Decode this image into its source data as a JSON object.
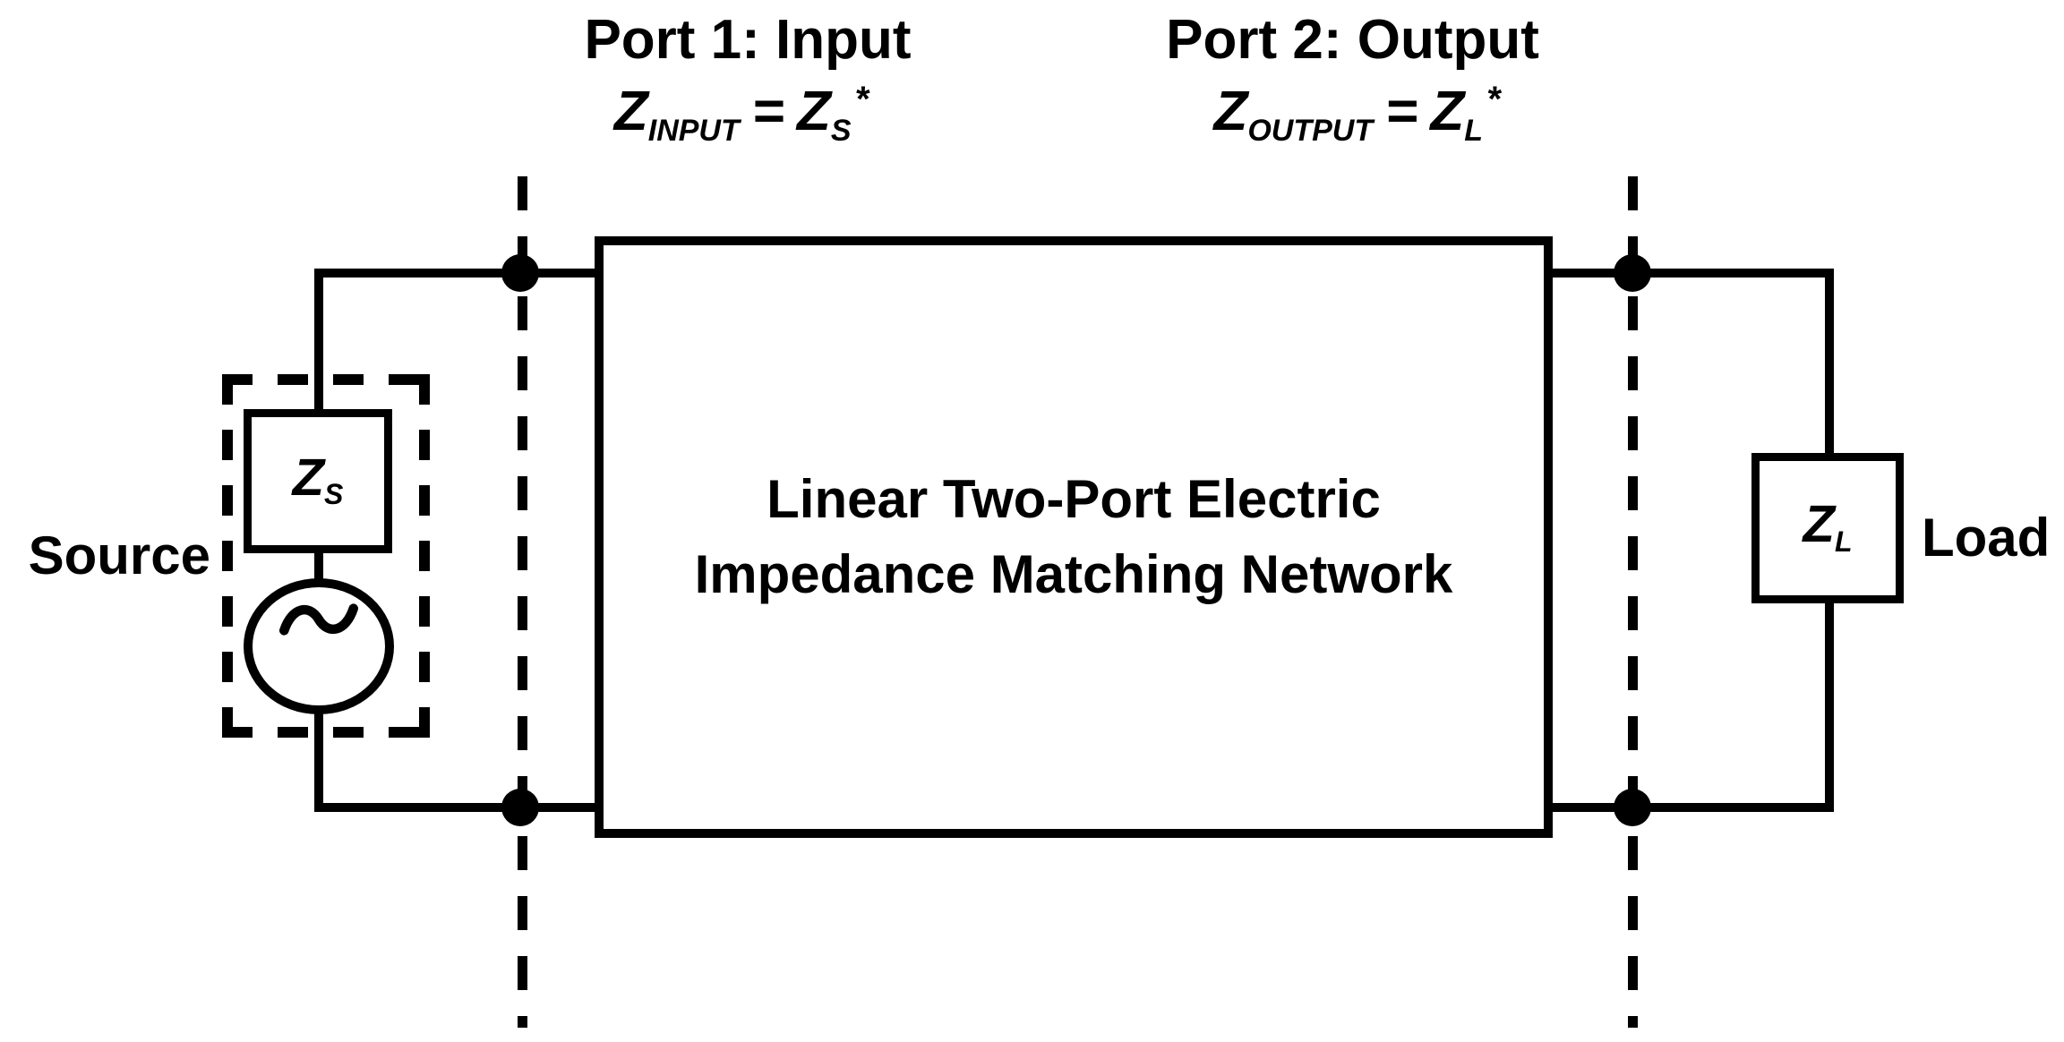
{
  "colors": {
    "ink": "#000000",
    "background": "#ffffff"
  },
  "ports": {
    "port1": {
      "title": "Port 1: Input",
      "formula": {
        "z": "Z",
        "sub": "INPUT",
        "equals": "=",
        "z2": "Z",
        "sub2": "S",
        "conjugate": "*"
      }
    },
    "port2": {
      "title": "Port 2: Output",
      "formula": {
        "z": "Z",
        "sub": "OUTPUT",
        "equals": "=",
        "z2": "Z",
        "sub2": "L",
        "conjugate": "*"
      }
    }
  },
  "network_box": {
    "line1": "Linear Two-Port Electric",
    "line2": "Impedance Matching Network"
  },
  "source": {
    "label": "Source",
    "impedance_z": "Z",
    "impedance_sub": "S"
  },
  "load": {
    "label": "Load",
    "impedance_z": "Z",
    "impedance_sub": "L"
  }
}
